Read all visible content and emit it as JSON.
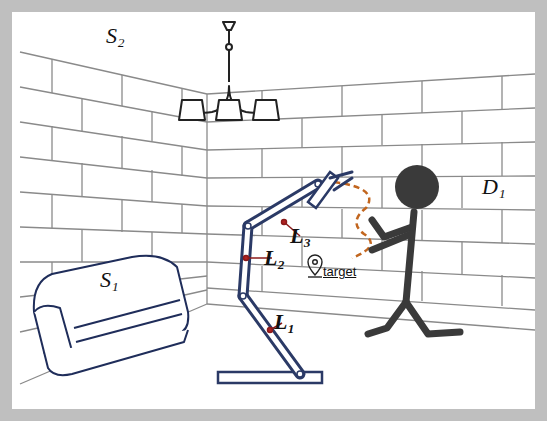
{
  "diagram": {
    "labels": [
      "S₂",
      "L₃",
      "D₁",
      "L₂",
      "target",
      "S₁",
      "L₁"
    ]
  }
}
